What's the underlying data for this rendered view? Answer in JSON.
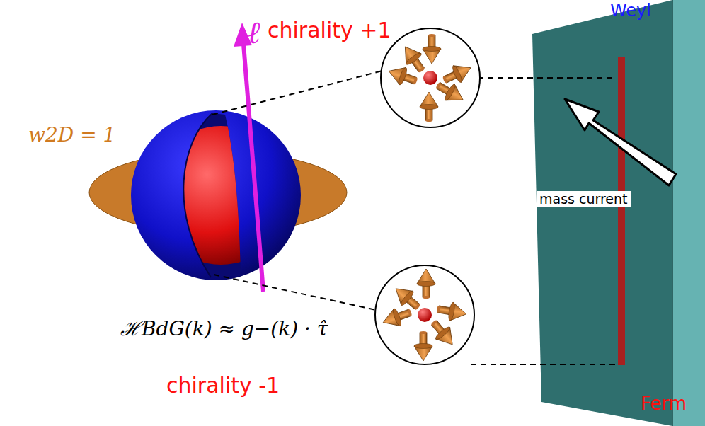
{
  "diagram": {
    "labels": [
      "Weyl",
      "ℓ",
      "chirality +1",
      "w2D = 1",
      "mass current",
      "ℋBdG(k) ≈ g−(k) · τ̂",
      "chirality -1",
      "Ferm"
    ]
  }
}
